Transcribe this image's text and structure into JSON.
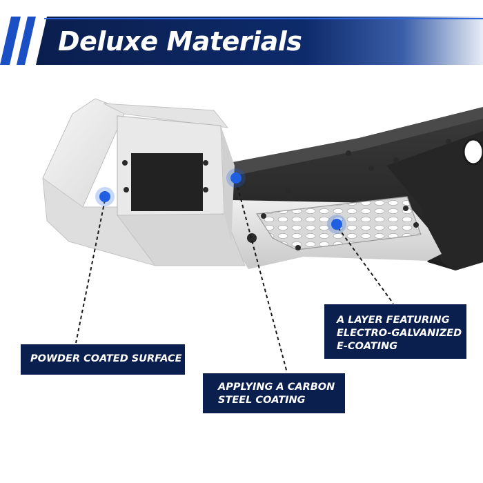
{
  "banner": {
    "title": "Deluxe Materials",
    "colors": {
      "navy": "#0b1f4e",
      "accent": "#1b4fc4",
      "light": "#e8edf6"
    }
  },
  "product": {
    "image": "off-road-front-bumper-silver-with-black-accents"
  },
  "callouts": [
    {
      "lines": [
        "POWDER COATED SURFACE"
      ]
    },
    {
      "lines": [
        "APPLYING A CARBON",
        "STEEL COATING"
      ]
    },
    {
      "lines": [
        "A LAYER FEATURING",
        "ELECTRO-GALVANIZED",
        "E-COATING"
      ]
    }
  ],
  "colors": {
    "callout_bg": "#0b1f4e",
    "marker": "#1f5fe0"
  }
}
